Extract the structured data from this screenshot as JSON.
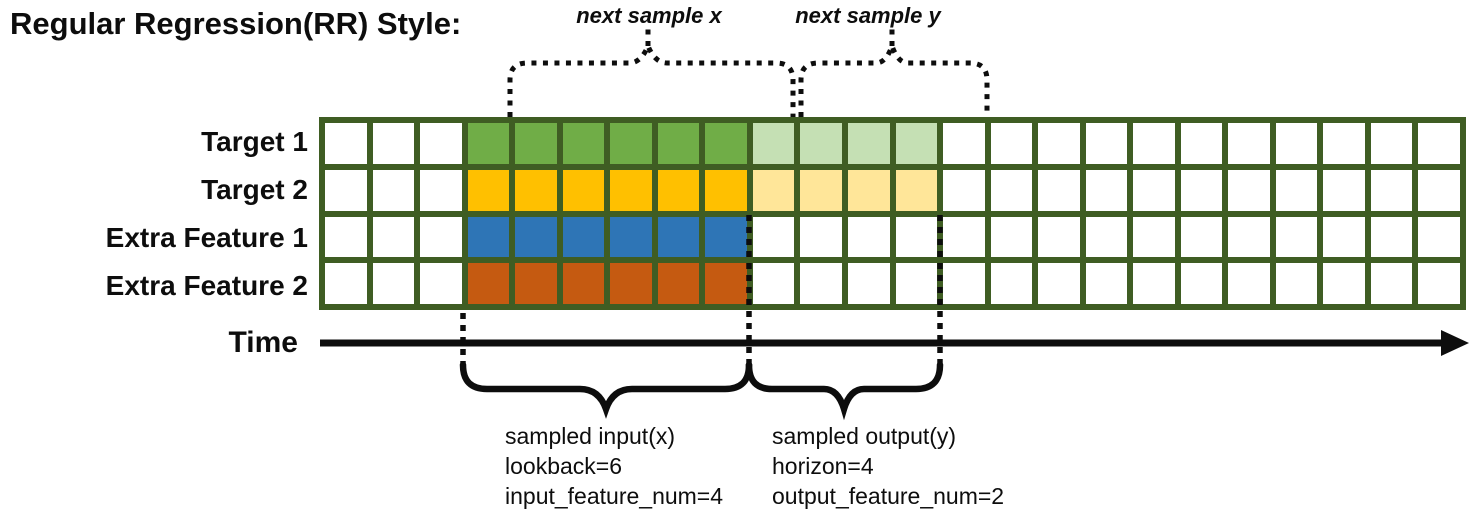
{
  "title": "Regular Regression(RR) Style:",
  "colors": {
    "grid_border": "#3F5D23",
    "green": "#70AD47",
    "green_light": "#C5E0B4",
    "gold": "#FFC000",
    "gold_light": "#FFE699",
    "blue": "#2E75B6",
    "orange": "#C55A11",
    "line_black": "#0d0d0d"
  },
  "top_annotations": {
    "next_x_label": "next sample x",
    "next_y_label": "next sample y"
  },
  "grid": {
    "columns": 24,
    "rows": [
      {
        "label": "Target 1",
        "empty_before": 3,
        "solid_count": 6,
        "solid_color": "green",
        "light_count": 4,
        "light_color": "green_light"
      },
      {
        "label": "Target 2",
        "empty_before": 3,
        "solid_count": 6,
        "solid_color": "gold",
        "light_count": 4,
        "light_color": "gold_light"
      },
      {
        "label": "Extra Feature 1",
        "empty_before": 3,
        "solid_count": 6,
        "solid_color": "blue",
        "light_count": 0,
        "light_color": ""
      },
      {
        "label": "Extra Feature 2",
        "empty_before": 3,
        "solid_count": 6,
        "solid_color": "orange",
        "light_count": 0,
        "light_color": ""
      }
    ]
  },
  "time_axis": {
    "label": "Time"
  },
  "bottom_annotations": {
    "input": {
      "lines": [
        "sampled input(x)",
        "lookback=6",
        "input_feature_num=4"
      ]
    },
    "output": {
      "lines": [
        "sampled output(y)",
        "horizon=4",
        "output_feature_num=2"
      ]
    }
  },
  "parameters": {
    "lookback": 6,
    "horizon": 4,
    "input_feature_num": 4,
    "output_feature_num": 2
  }
}
